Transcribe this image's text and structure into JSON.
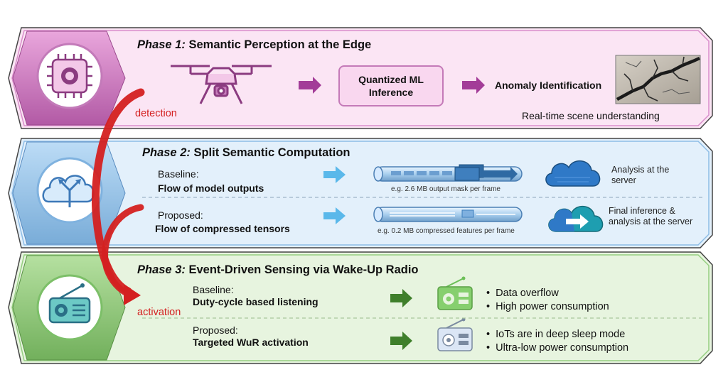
{
  "phase1": {
    "title_prefix": "Phase 1:",
    "title_rest": "Semantic Perception at the Edge",
    "box": "Quantized ML Inference",
    "result": "Anomaly Identification",
    "caption": "Real-time scene understanding",
    "side_label": "detection"
  },
  "phase2": {
    "title_prefix": "Phase 2:",
    "title_rest": "Split Semantic Computation",
    "baseline": {
      "label": "Baseline:",
      "desc": "Flow of model outputs",
      "pipe_caption": "e.g. 2.6 MB output mask per frame",
      "result": "Analysis at the server"
    },
    "proposed": {
      "label": "Proposed:",
      "desc": "Flow of compressed tensors",
      "pipe_caption": "e.g. 0.2 MB compressed features per frame",
      "result": "Final inference & analysis at the server"
    }
  },
  "phase3": {
    "title_prefix": "Phase 3:",
    "title_rest": "Event-Driven Sensing via Wake-Up Radio",
    "side_label": "activation",
    "baseline": {
      "label": "Baseline:",
      "desc": "Duty-cycle based listening",
      "bullets": [
        "Data overflow",
        "High power consumption"
      ]
    },
    "proposed": {
      "label": "Proposed:",
      "desc": "Targeted WuR activation",
      "bullets": [
        "IoTs are in deep sleep mode",
        "Ultra-low power consumption"
      ]
    }
  },
  "icons": {
    "phase1": "chip-camera-icon",
    "phase2": "cloud-split-icon",
    "phase3": "radio-icon",
    "drone": "drone-icon",
    "crack": "cracked-surface-image",
    "server_baseline": "cloud-icon",
    "server_proposed": "cloud-share-icon"
  },
  "colors": {
    "phase1_bg": "#fbe5f4",
    "phase2_bg": "#e3f0fb",
    "phase3_bg": "#e7f4df",
    "accent_red": "#d42020",
    "arrow_magenta": "#a33c98",
    "arrow_blue": "#5ab8ea",
    "arrow_green": "#3f7f2b"
  }
}
